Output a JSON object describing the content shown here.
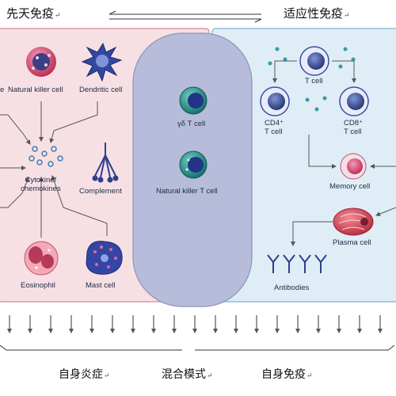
{
  "header": {
    "left_title": "先天免疫",
    "right_title": "适应性免疫",
    "return_mark": "↵"
  },
  "innate_panel": {
    "cells": {
      "partial_left_label": "e",
      "natural_killer_cell": "Natural killer cell",
      "dendritic_cell": "Dendritic cell",
      "cytokines_line1": "Cytokine/",
      "cytokines_line2": "chemokines",
      "complement": "Complement",
      "eosinophil": "Eosinophil",
      "mast_cell": "Mast cell"
    }
  },
  "mixed_panel": {
    "cells": {
      "gamma_delta_t_cell": "γδ T cell",
      "natural_killer_t_cell": "Natural killer T cell"
    }
  },
  "adaptive_panel": {
    "cells": {
      "t_cell": "T cell",
      "cd4_line1": "CD4⁺",
      "cd4_line2": "T cell",
      "cd8_line1": "CD8⁺",
      "cd8_line2": "T cell",
      "memory_cell": "Memory cell",
      "plasma_cell": "Plasma cell",
      "antibodies": "Antibodies"
    }
  },
  "footer": {
    "left_label": "自身炎症",
    "middle_label": "混合模式",
    "right_label": "自身免疫"
  },
  "colors": {
    "innate_bg": "#f7e0e4",
    "innate_border": "#d88a97",
    "mixed_bg": "#b6bcd9",
    "adaptive_bg": "#dfeef6",
    "adaptive_border": "#7fb4cf",
    "cell_blue": "#2e3f8f",
    "cell_teal": "#1d8f88",
    "memory_pink": "#e0527a",
    "plasma_red": "#d8435a"
  }
}
